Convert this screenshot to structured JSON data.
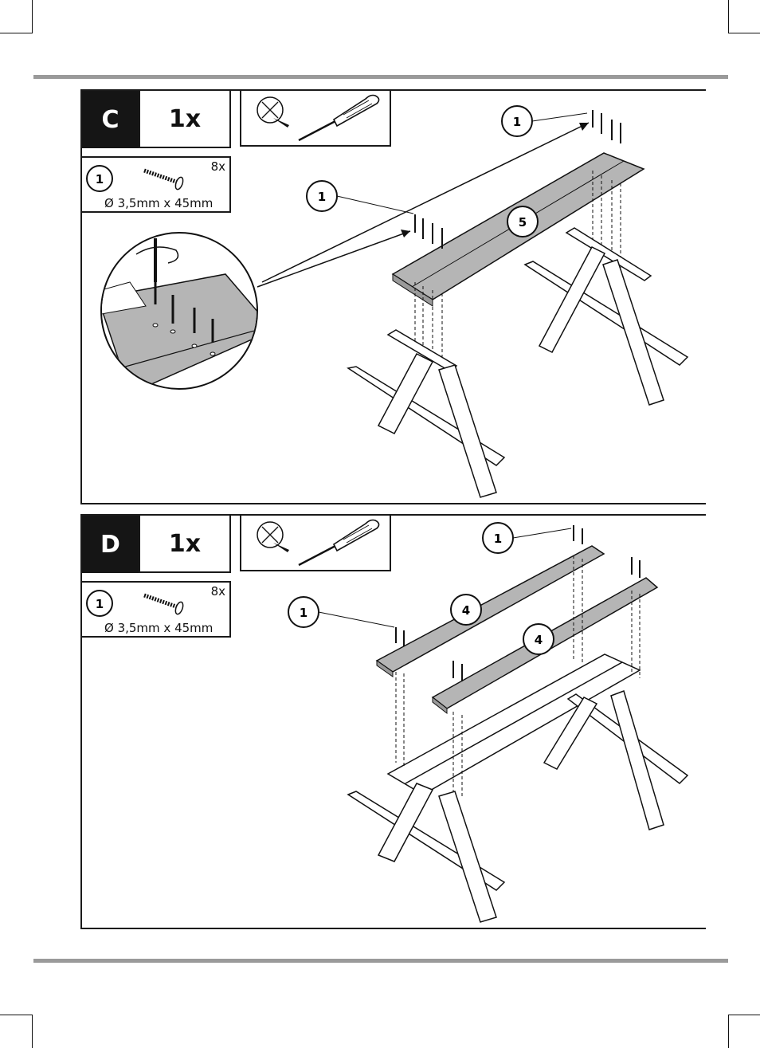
{
  "steps": [
    {
      "letter": "C",
      "quantity": "1x",
      "tool": "screwdriver-icon",
      "part": {
        "number": "1",
        "count": "8x",
        "size": "Ø 3,5mm x 45mm"
      },
      "callouts": [
        "1",
        "1",
        "5"
      ]
    },
    {
      "letter": "D",
      "quantity": "1x",
      "tool": "screwdriver-icon",
      "part": {
        "number": "1",
        "count": "8x",
        "size": "Ø 3,5mm x 45mm"
      },
      "callouts": [
        "1",
        "1",
        "4",
        "4"
      ]
    }
  ],
  "colors": {
    "rule": "#9a9a9a",
    "board_fill": "#b5b5b5",
    "frame": "#1a1a1a"
  }
}
